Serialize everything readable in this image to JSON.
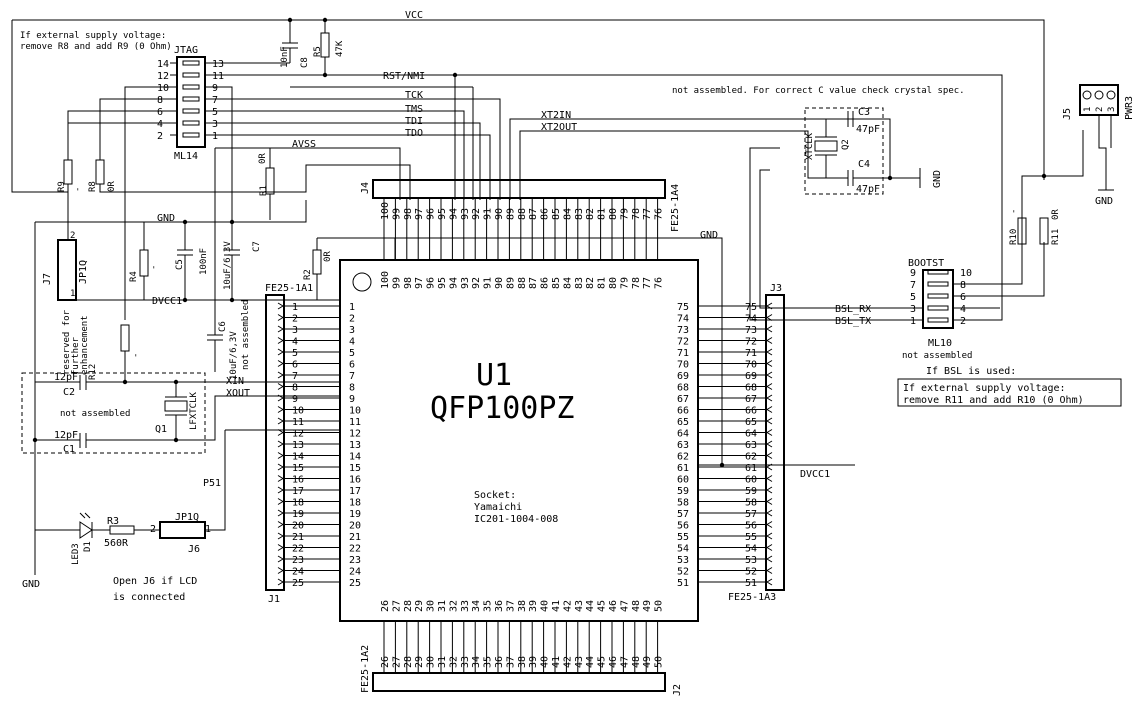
{
  "nets": {
    "vcc": "VCC",
    "rst": "RST/NMI",
    "tck": "TCK",
    "tms": "TMS",
    "tdi": "TDI",
    "tdo": "TDO",
    "avss": "AVSS",
    "gnd": "GND",
    "dvcc1": "DVCC1",
    "xt2in": "XT2IN",
    "xt2out": "XT2OUT",
    "xin": "XIN",
    "xout": "XOUT",
    "p51": "P51",
    "bsl_rx": "BSL_RX",
    "bsl_tx": "BSL_TX"
  },
  "notes": {
    "ext_supply_1": "If external supply voltage:",
    "ext_supply_2": "remove R8 and add R9 (0 Ohm)",
    "crystal": "not assembled. For correct C value check crystal spec.",
    "bsl_used": "If BSL is used:",
    "bsl_box_1": "If external supply voltage:",
    "bsl_box_2": "remove R11 and add R10 (0 Ohm)",
    "not_assembled": "not assembled",
    "lcd_1": "Open J6 if LCD",
    "lcd_2": "is connected",
    "reserved_1": "reserved for",
    "reserved_2": "further",
    "reserved_3": "enhancement",
    "socket_1": "Socket:",
    "socket_2": "Yamaichi",
    "socket_3": "IC201-1004-008"
  },
  "u1": {
    "ref": "U1",
    "value": "QFP100PZ"
  },
  "jtag": {
    "ref": "JTAG",
    "value": "ML14",
    "left_pins": [
      "14",
      "12",
      "10",
      "8",
      "6",
      "4",
      "2"
    ],
    "right_pins": [
      "13",
      "11",
      "9",
      "7",
      "5",
      "3",
      "1"
    ]
  },
  "bsl": {
    "ref": "BOOTST",
    "value": "ML10",
    "left_pins": [
      "9",
      "7",
      "5",
      "3",
      "1"
    ],
    "right_pins": [
      "10",
      "8",
      "6",
      "4",
      "2"
    ],
    "note": "not assembled"
  },
  "connectors": {
    "j1": "J1",
    "j1_val": "FE25-1A1",
    "j2": "J2",
    "j2_val": "FE25-1A2",
    "j3": "J3",
    "j3_val": "FE25-1A3",
    "j4": "J4",
    "j4_val": "FE25-1A4",
    "j5": "J5",
    "j5_val": "PWR3",
    "j6": "J6",
    "j6_val": "JP1Q",
    "j7": "J7",
    "j7_val": "JP1Q"
  },
  "parts": {
    "r1": "R1",
    "r1v": "0R",
    "r2": "R2",
    "r2v": "0R",
    "r3": "R3",
    "r3v": "560R",
    "r4": "R4",
    "r4v": "-",
    "r5": "R5",
    "r5v": "47K",
    "r8": "R8",
    "r8v": "0R",
    "r9": "R9",
    "r9v": "-",
    "r10": "R10",
    "r10v": "-",
    "r11": "R11",
    "r11v": "0R",
    "r12": "R12",
    "r12v": "-",
    "c1": "C1",
    "c1v": "12pF",
    "c2": "C2",
    "c2v": "12pF",
    "c3": "C3",
    "c3v": "47pF",
    "c4": "C4",
    "c4v": "47pF",
    "c5": "C5",
    "c5v": "100nF",
    "c6": "C6",
    "c6v": "10uF/6,3V",
    "c7": "C7",
    "c7v": "10uF/6,3V",
    "c8": "C8",
    "c8v": "10nF",
    "q1": "Q1",
    "q1v": "LFXTCLK",
    "q2": "Q2",
    "q2v": "XTCLK",
    "d1": "D1",
    "d1v": "LED3"
  }
}
